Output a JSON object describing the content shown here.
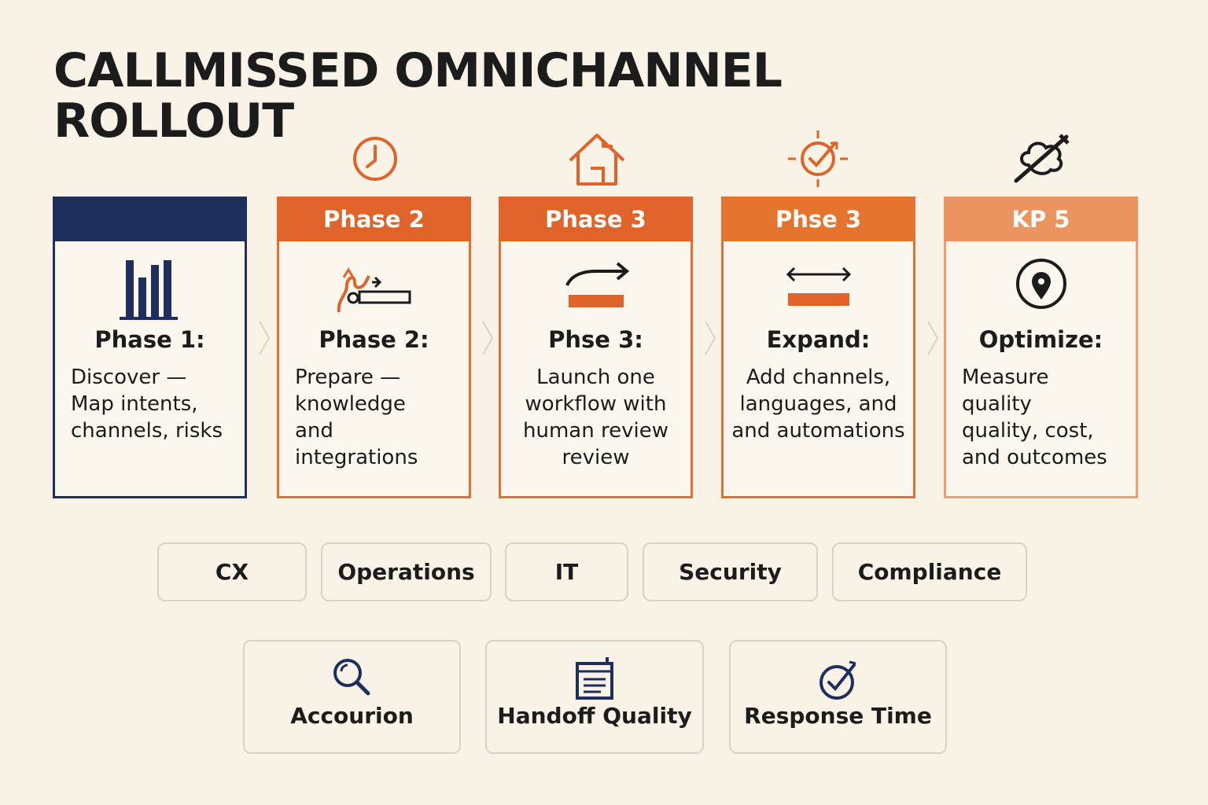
{
  "title": {
    "line1": "CALLMISSED OMNICHANNEL",
    "line2": "ROLLOUT"
  },
  "top_icons": [
    "clock-icon",
    "house-icon",
    "target-check-icon",
    "wrench-cloud-icon"
  ],
  "phases": [
    {
      "header": "",
      "icon": "bar-chart-icon",
      "title": "Phase 1:",
      "description": "Discover —\nMap intents,\nchannels, risks"
    },
    {
      "header": "Phase 2",
      "icon": "integration-flow-icon",
      "title": "Phase 2:",
      "description": "Prepare —\nknowledge\nand integrations"
    },
    {
      "header": "Phase 3",
      "icon": "launch-arrow-icon",
      "title": "Phse 3:",
      "description": "Launch one\nworkflow with\nhuman review\nreview"
    },
    {
      "header": "Phse 3",
      "icon": "expand-arrows-icon",
      "title": "Expand:",
      "description": "Add channels,\nlanguages, and\nand automations"
    },
    {
      "header": "KP 5",
      "icon": "location-pin-icon",
      "title": "Optimize:",
      "description": "Measure quality\nquality, cost,\nand outcomes"
    }
  ],
  "teams": [
    "CX",
    "Operations",
    "IT",
    "Security",
    "Compliance"
  ],
  "metrics": [
    {
      "label": "Accourion",
      "icon": "magnifier-icon"
    },
    {
      "label": "Handoff Quality",
      "icon": "document-icon"
    },
    {
      "label": "Response Time",
      "icon": "check-circle-icon"
    }
  ],
  "colors": {
    "navy": "#1e2f5d",
    "orange": "#e0642a",
    "light_orange": "#ec9460",
    "background": "#f9f2e6"
  }
}
